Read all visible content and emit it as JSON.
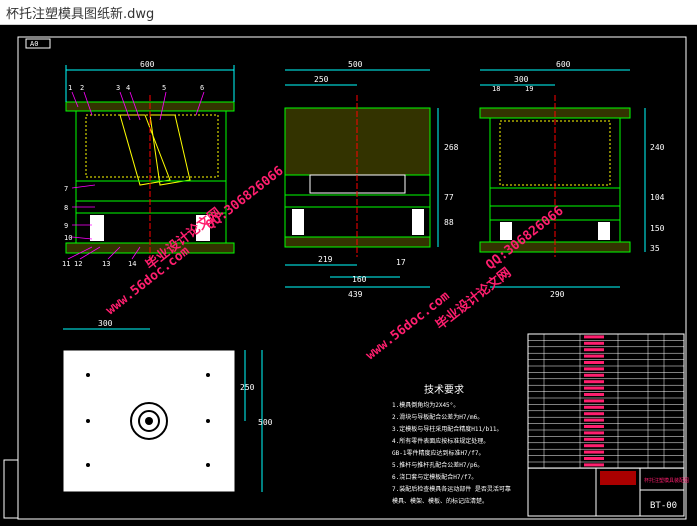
{
  "window": {
    "title": "杯托注塑模具图纸新.dwg"
  },
  "colors": {
    "canvas": "#000000",
    "frame": "#ffffff",
    "part": "#00ff00",
    "dim": "#00ffff",
    "text": "#ffffff",
    "leader": "#ff00ff",
    "hatch": "#ffff00",
    "watermark": "#ff1e6e"
  },
  "drawing": {
    "sheet_label": "A0",
    "front_view": {
      "width_dim": "600",
      "balloons": [
        "1",
        "2",
        "3",
        "4",
        "5",
        "6",
        "7",
        "8",
        "9",
        "10",
        "11",
        "12",
        "13",
        "14"
      ]
    },
    "side_view": {
      "dims": [
        "500",
        "250",
        "268",
        "77",
        "88",
        "219",
        "17",
        "160",
        "439"
      ]
    },
    "right_view": {
      "dims": [
        "600",
        "300",
        "18",
        "19",
        "240",
        "104",
        "150",
        "35",
        "290"
      ]
    },
    "plan_view": {
      "dims": [
        "300",
        "250",
        "500"
      ]
    },
    "technical_requirements": {
      "title": "技术要求",
      "items": [
        "1.模具倒角均为2X45°。",
        "2.滑块与导板配合公差为H7/m6。",
        "3.定模板与导柱采用配合精度H11/b11。",
        "4.所有零件表面应按标准规定处理。",
        "   GB-1零件精度应达到标准H7/f7。",
        "5.推杆与推杆孔配合公差H7/p6。",
        "6.浇口套与定模板配合H7/f7。",
        "7.装配后检查模具各运动部件 是否灵活可靠",
        "  模具、模架、模板、的标记应清楚。"
      ]
    },
    "title_block": {
      "drawing_number": "BT-00",
      "name": "杯托注塑模具装配图"
    }
  },
  "watermarks": [
    "毕业设计论文网",
    "QQ:306826066",
    "www.56doc.com",
    "毕业设计论文网",
    "QQ:306826066",
    "www.56doc.com"
  ]
}
